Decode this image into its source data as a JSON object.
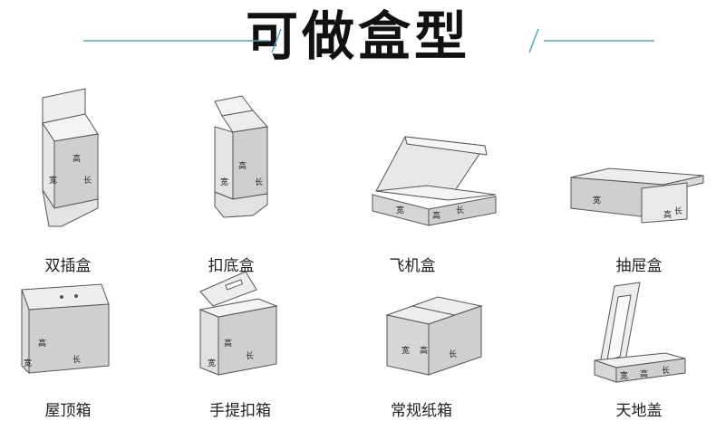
{
  "header": {
    "title": "可做盒型"
  },
  "dimension_labels": {
    "width": "宽",
    "height": "高",
    "length": "长"
  },
  "boxes": [
    {
      "label": "双插盒"
    },
    {
      "label": "扣底盒"
    },
    {
      "label": "飞机盒"
    },
    {
      "label": "抽屉盒"
    },
    {
      "label": "屋顶箱"
    },
    {
      "label": "手提扣箱"
    },
    {
      "label": "常规纸箱"
    },
    {
      "label": "天地盖"
    }
  ],
  "colors": {
    "box_face": "#cfcfcf",
    "box_light": "#ededed",
    "line": "#555555",
    "accent": "#4aa8c8"
  }
}
